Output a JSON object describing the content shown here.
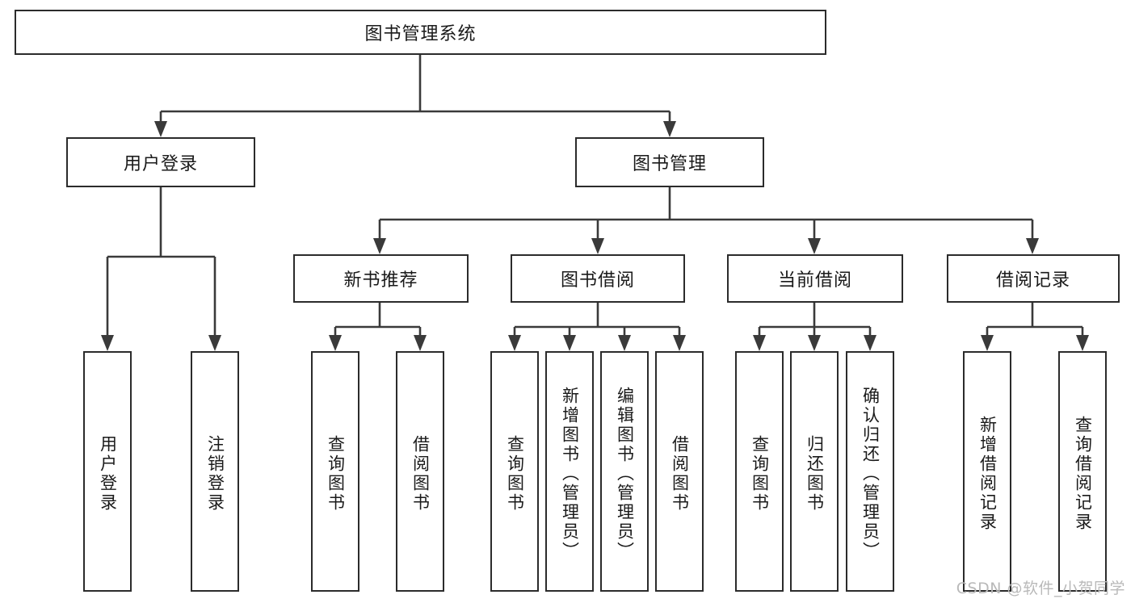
{
  "diagram": {
    "type": "tree",
    "title": "图书管理系统",
    "watermark": "CSDN @软件_小贺同学",
    "root": {
      "label": "图书管理系统"
    },
    "level2": [
      {
        "label": "用户登录"
      },
      {
        "label": "图书管理"
      }
    ],
    "level3": [
      {
        "label": "新书推荐"
      },
      {
        "label": "图书借阅"
      },
      {
        "label": "当前借阅"
      },
      {
        "label": "借阅记录"
      }
    ],
    "leaves": {
      "user_login": [
        {
          "label": "用户登录"
        },
        {
          "label": "注销登录"
        }
      ],
      "new_book_recommend": [
        {
          "label": "查询图书"
        },
        {
          "label": "借阅图书"
        }
      ],
      "book_borrow": [
        {
          "label": "查询图书"
        },
        {
          "label": "新增图书（管理员）"
        },
        {
          "label": "编辑图书（管理员）"
        },
        {
          "label": "借阅图书"
        }
      ],
      "current_borrow": [
        {
          "label": "查询图书"
        },
        {
          "label": "归还图书"
        },
        {
          "label": "确认归还（管理员）"
        }
      ],
      "borrow_record": [
        {
          "label": "新增借阅记录"
        },
        {
          "label": "查询借阅记录"
        }
      ]
    },
    "colors": {
      "border": "#2b2b2b",
      "connector": "#3a3a3a",
      "background": "#ffffff",
      "text": "#1a1a1a",
      "watermark": "#b9b9b9"
    }
  }
}
